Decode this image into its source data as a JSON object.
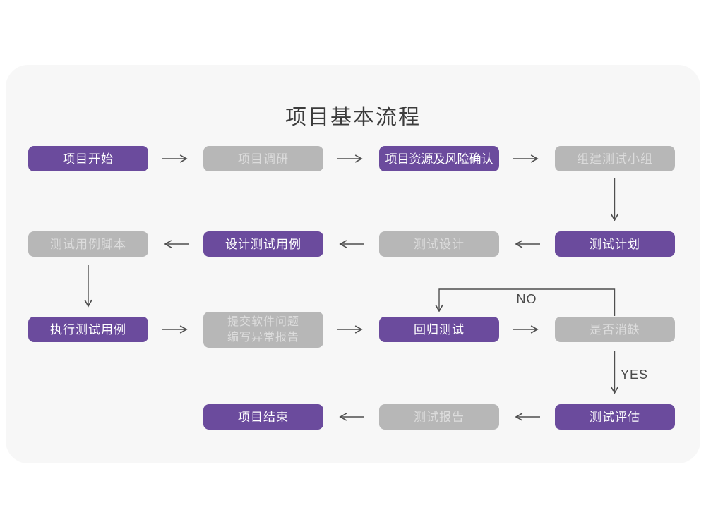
{
  "title": "项目基本流程",
  "colors": {
    "purple": "#6b4b9d",
    "gray": "#b7b7b7",
    "card_bg": "#f7f7f7",
    "arrow": "#4f4f4f"
  },
  "labels": {
    "no": "NO",
    "yes": "YES"
  },
  "nodes": {
    "start": {
      "label": "项目开始",
      "variant": "purple"
    },
    "research": {
      "label": "项目调研",
      "variant": "gray"
    },
    "risk": {
      "label": "项目资源及风险确认",
      "variant": "purple"
    },
    "team": {
      "label": "组建测试小组",
      "variant": "gray"
    },
    "plan": {
      "label": "测试计划",
      "variant": "purple"
    },
    "test_design": {
      "label": "测试设计",
      "variant": "gray"
    },
    "case_design": {
      "label": "设计测试用例",
      "variant": "purple"
    },
    "case_script": {
      "label": "测试用例脚本",
      "variant": "gray"
    },
    "execute": {
      "label": "执行测试用例",
      "variant": "purple"
    },
    "issue_report": {
      "line1": "提交软件问题",
      "line2": "编写异常报告",
      "variant": "gray"
    },
    "regression": {
      "label": "回归测试",
      "variant": "purple"
    },
    "defect_check": {
      "label": "是否消缺",
      "variant": "gray"
    },
    "evaluate": {
      "label": "测试评估",
      "variant": "purple"
    },
    "test_report": {
      "label": "测试报告",
      "variant": "gray"
    },
    "end": {
      "label": "项目结束",
      "variant": "purple"
    }
  }
}
